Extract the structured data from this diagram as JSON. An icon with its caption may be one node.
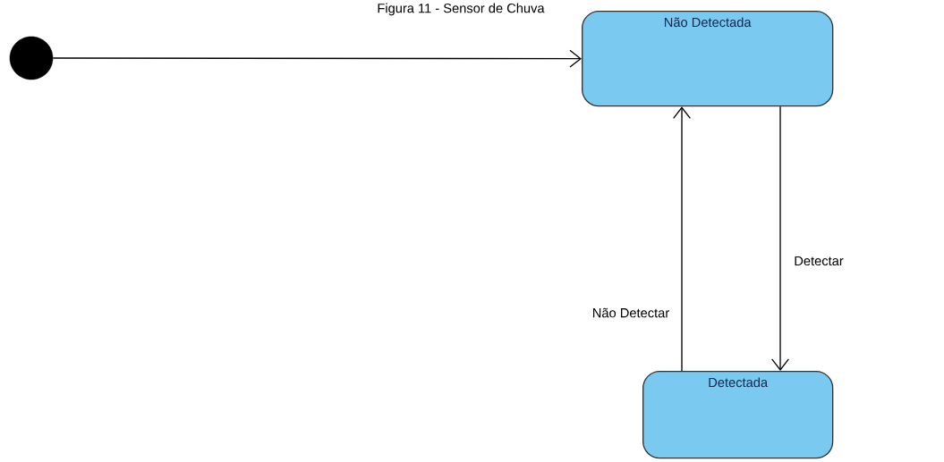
{
  "diagram": {
    "title": "Figura 11 - Sensor de Chuva",
    "nodes": [
      {
        "text": [],
        "shape": "circle"
      },
      {
        "text": [
          "Não Detectada"
        ]
      },
      {
        "text": [
          "Detectada"
        ]
      }
    ],
    "edges": [
      {
        "from": 0,
        "to": 1,
        "arrow": "to"
      },
      {
        "from": 2,
        "to": 1,
        "arrow": "to",
        "label": "Não Detectar"
      },
      {
        "from": 1,
        "to": 2,
        "arrow": "to",
        "label": "Detectar"
      }
    ]
  }
}
